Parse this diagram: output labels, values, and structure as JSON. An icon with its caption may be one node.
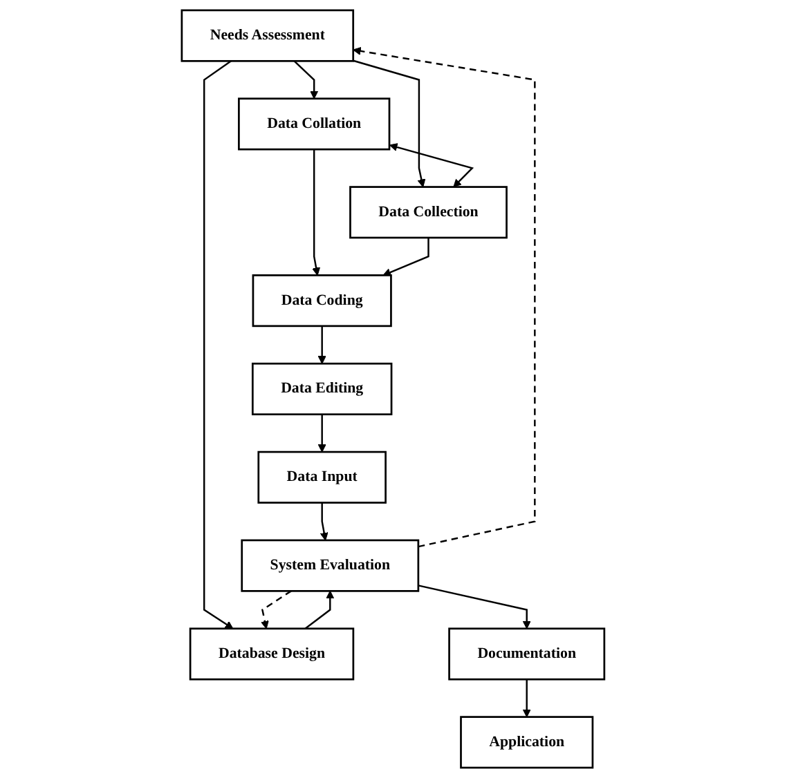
{
  "diagram": {
    "nodes": [
      {
        "text": [
          "Needs Assessment"
        ]
      },
      {
        "text": [
          "Data Collation"
        ]
      },
      {
        "text": [
          "Data Collection"
        ]
      },
      {
        "text": [
          "Data Coding"
        ]
      },
      {
        "text": [
          "Data Editing"
        ]
      },
      {
        "text": [
          "Database Design"
        ]
      },
      {
        "text": [
          "Data Input"
        ]
      },
      {
        "text": [
          "System Evaluation"
        ]
      },
      {
        "text": [
          "Documentation"
        ]
      },
      {
        "text": [
          "Application"
        ]
      }
    ],
    "edges": [
      {
        "from": 0,
        "to": 1,
        "arrow": "to"
      },
      {
        "from": 0,
        "to": 2,
        "arrow": "to"
      },
      {
        "from": 1,
        "to": 2,
        "arrow": "both"
      },
      {
        "from": 1,
        "to": 3,
        "arrow": "to"
      },
      {
        "from": 2,
        "to": 3,
        "arrow": "to"
      },
      {
        "from": 3,
        "to": 4,
        "arrow": "to"
      },
      {
        "from": 4,
        "to": 6,
        "arrow": "to"
      },
      {
        "from": 0,
        "to": 5,
        "arrow": "to"
      },
      {
        "from": 6,
        "to": 7,
        "arrow": "to"
      },
      {
        "from": 5,
        "to": 7,
        "arrow": "to"
      },
      {
        "from": 7,
        "to": 0,
        "arrow": "to",
        "style": "dashed"
      },
      {
        "from": 7,
        "to": 5,
        "arrow": "to",
        "style": "dashed"
      },
      {
        "from": 7,
        "to": 8,
        "arrow": "to"
      },
      {
        "from": 8,
        "to": 9,
        "arrow": "to"
      }
    ]
  }
}
